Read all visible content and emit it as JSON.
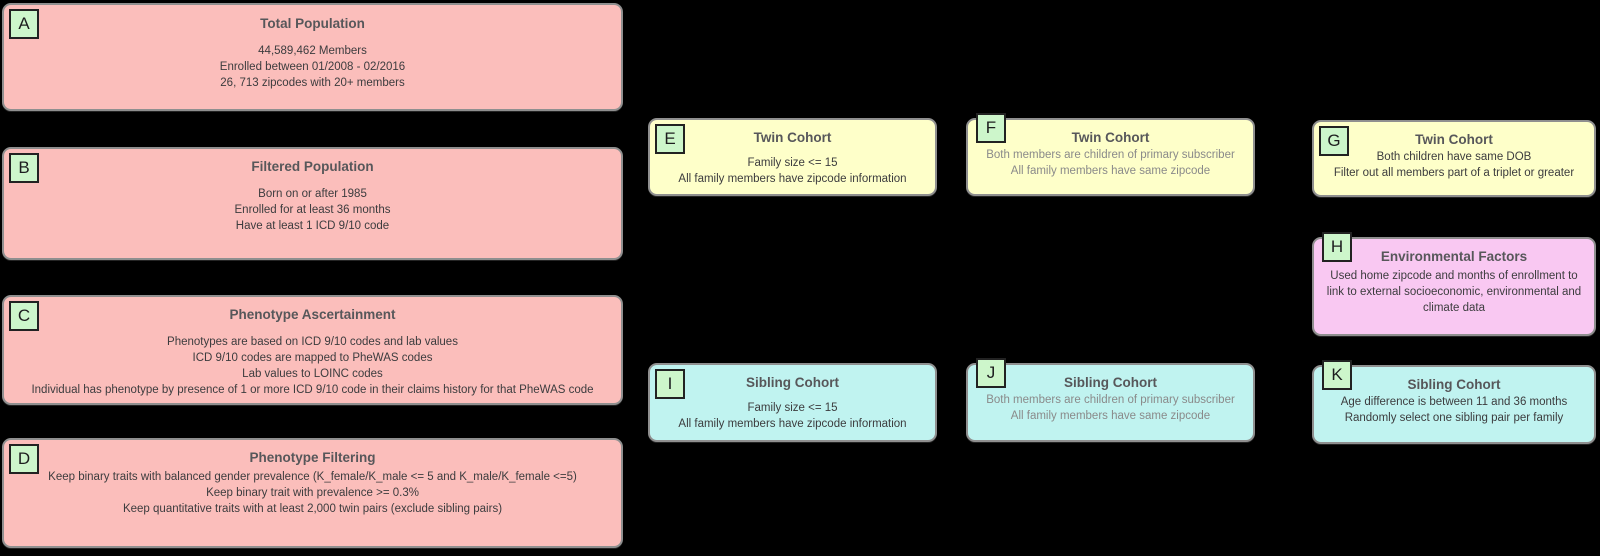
{
  "diagram": {
    "background": "#000000",
    "colors": {
      "population_fill": "#fbbebb",
      "twin_fill": "#feffc9",
      "sibling_fill": "#c0f3f0",
      "environment_fill": "#f9c8f2",
      "tag_fill": "#cdf6cb",
      "node_border": "#8f8f8f",
      "title_text": "#57575a",
      "body_text": "#3c3c3e",
      "muted_body_text": "#8a8a8a"
    },
    "nodes": {
      "A": {
        "tag": "A",
        "title": "Total Population",
        "lines": [
          "44,589,462 Members",
          "Enrolled between 01/2008 - 02/2016",
          "26, 713 zipcodes with 20+ members"
        ]
      },
      "B": {
        "tag": "B",
        "title": "Filtered Population",
        "lines": [
          "Born on or after 1985",
          "Enrolled for at least 36 months",
          "Have at least 1 ICD 9/10 code"
        ]
      },
      "C": {
        "tag": "C",
        "title": "Phenotype Ascertainment",
        "lines": [
          "Phenotypes are based on ICD 9/10 codes and lab values",
          "ICD 9/10 codes are mapped to PheWAS codes",
          "Lab values to LOINC codes",
          "Individual has phenotype by presence of 1 or more ICD 9/10 code in their claims history for that PheWAS code"
        ]
      },
      "D": {
        "tag": "D",
        "title": "Phenotype Filtering",
        "lines": [
          "Keep binary traits with balanced gender prevalence (K_female/K_male <= 5 and K_male/K_female <=5)",
          "Keep binary trait with prevalence >= 0.3%",
          "Keep quantitative traits with at least 2,000 twin pairs (exclude sibling pairs)"
        ]
      },
      "E": {
        "tag": "E",
        "title": "Twin Cohort",
        "lines": [
          "Family size <= 15",
          "All family members have zipcode information"
        ]
      },
      "F": {
        "tag": "F",
        "title": "Twin Cohort",
        "lines": [
          "Both members are children of primary subscriber",
          "All family members have same zipcode"
        ]
      },
      "G": {
        "tag": "G",
        "title": "Twin Cohort",
        "lines": [
          "Both children have same DOB",
          "Filter out all members part of a triplet or greater"
        ]
      },
      "H": {
        "tag": "H",
        "title": "Environmental Factors",
        "lines": [
          "Used home zipcode and months of enrollment to link to external socioeconomic, environmental and climate data"
        ]
      },
      "I": {
        "tag": "I",
        "title": "Sibling Cohort",
        "lines": [
          "Family size <= 15",
          "All family members have zipcode information"
        ]
      },
      "J": {
        "tag": "J",
        "title": "Sibling Cohort",
        "lines": [
          "Both members are children of primary subscriber",
          "All family members have same zipcode"
        ]
      },
      "K": {
        "tag": "K",
        "title": "Sibling Cohort",
        "lines": [
          "Age difference is between 11 and 36 months",
          "Randomly select one sibling pair per family"
        ]
      }
    }
  }
}
